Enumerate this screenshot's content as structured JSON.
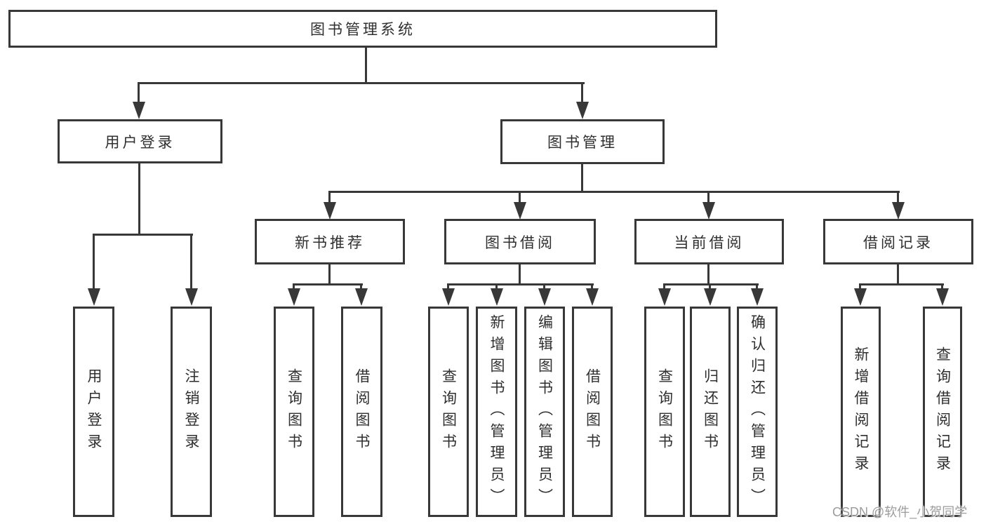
{
  "diagram": {
    "root": "图书管理系统",
    "branches": [
      {
        "label": "用户登录",
        "children": [
          {
            "label": "用户登录"
          },
          {
            "label": "注销登录"
          }
        ]
      },
      {
        "label": "图书管理",
        "groups": [
          {
            "label": "新书推荐",
            "children": [
              {
                "label": "查询图书"
              },
              {
                "label": "借阅图书"
              }
            ]
          },
          {
            "label": "图书借阅",
            "children": [
              {
                "label": "查询图书"
              },
              {
                "label": "新增图书（管理员）"
              },
              {
                "label": "编辑图书（管理员）"
              },
              {
                "label": "借阅图书"
              }
            ]
          },
          {
            "label": "当前借阅",
            "children": [
              {
                "label": "查询图书"
              },
              {
                "label": "归还图书"
              },
              {
                "label": "确认归还（管理员）"
              }
            ]
          },
          {
            "label": "借阅记录",
            "children": [
              {
                "label": "新增借阅记录"
              },
              {
                "label": "查询借阅记录"
              }
            ]
          }
        ]
      }
    ]
  },
  "watermark": "CSDN @软件_小贺同学",
  "colors": {
    "line": "#383838",
    "text": "#2f2f2f",
    "watermark": "#9c9c9c",
    "background": "#ffffff"
  }
}
